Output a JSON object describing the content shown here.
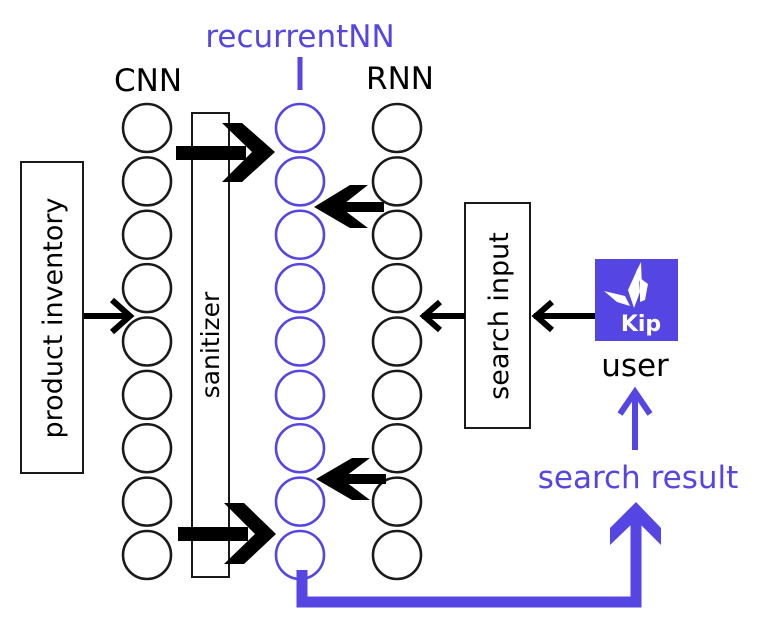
{
  "colors": {
    "accent": "#5546E3",
    "ink": "#000000",
    "node_stroke": "#1a1a1a",
    "logo_text": "#ffffff"
  },
  "labels": {
    "cnn": "CNN",
    "recurrent_nn": "recurrentNN",
    "rnn": "RNN",
    "product_inventory": "product inventory",
    "sanitizer": "sanitizer",
    "search_input": "search input",
    "user": "user",
    "search_result": "search result",
    "logo": "Kip"
  },
  "layers": {
    "cnn_nodes": 9,
    "recurrent_nn_nodes": 9,
    "rnn_nodes": 9
  }
}
